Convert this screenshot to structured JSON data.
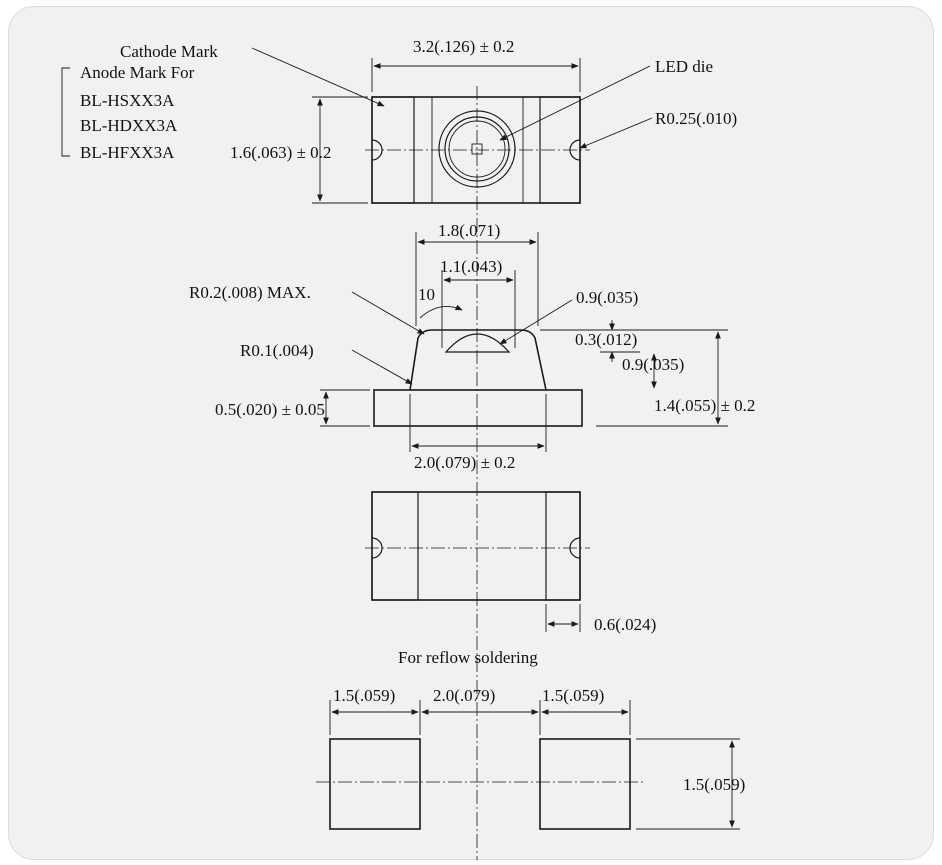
{
  "labels": {
    "cathode_mark": "Cathode Mark",
    "anode_mark_for": "Anode Mark For",
    "model_1": "BL-HSXX3A",
    "model_2": "BL-HDXX3A",
    "model_3": "BL-HFXX3A",
    "led_die": "LED die",
    "reflow_title": "For reflow soldering"
  },
  "dimensions": {
    "top_width": "3.2(.126) ± 0.2",
    "top_height": "1.6(.063) ± 0.2",
    "notch_radius": "R0.25(.010)",
    "lens_outer": "1.8(.071)",
    "lens_inner": "1.1(.043)",
    "radius_max": "R0.2(.008) MAX.",
    "angle": "10",
    "radius_small": "R0.1(.004)",
    "dome_height": "0.9(.035)",
    "step": "0.3(.012)",
    "body_height": "0.9(.035)",
    "total_height": "1.4(.055) ± 0.2",
    "base_thickness": "0.5(.020) ± 0.05",
    "base_width": "2.0(.079) ± 0.2",
    "pad_width_bottom": "0.6(.024)",
    "pad_left": "1.5(.059)",
    "pad_gap": "2.0(.079)",
    "pad_right": "1.5(.059)",
    "pad_height": "1.5(.059)"
  }
}
